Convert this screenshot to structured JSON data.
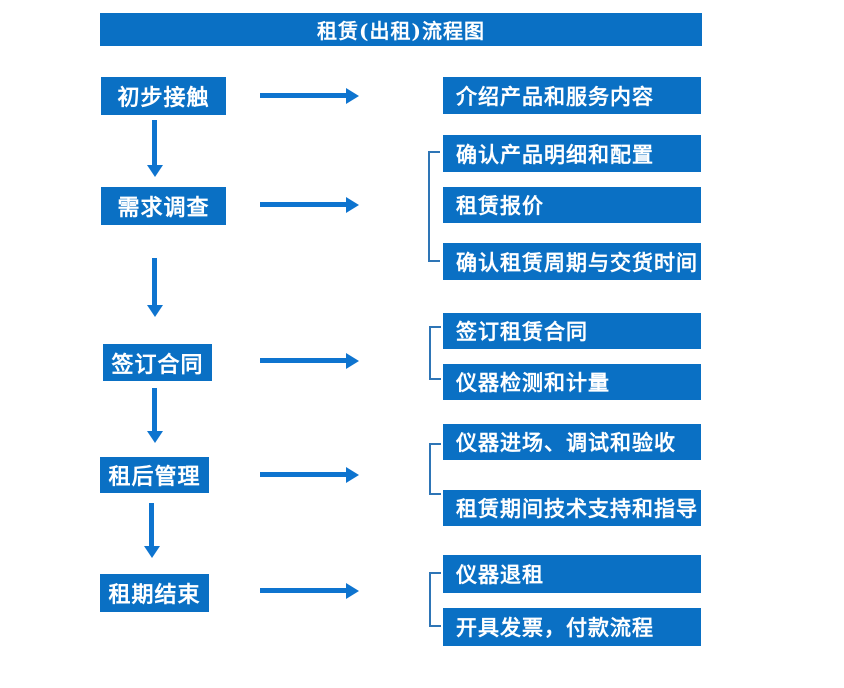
{
  "title": "租赁(出租)流程图",
  "colors": {
    "box_blue": "#0a70c4",
    "arrow_blue": "#0e74cf",
    "bracket_blue": "#2e75b6",
    "text_white": "#ffffff"
  },
  "steps": [
    {
      "label": "初步接触",
      "outputs": [
        "介绍产品和服务内容"
      ]
    },
    {
      "label": "需求调查",
      "outputs": [
        "确认产品明细和配置",
        "租赁报价",
        "确认租赁周期与交货时间"
      ]
    },
    {
      "label": "签订合同",
      "outputs": [
        "签订租赁合同",
        "仪器检测和计量"
      ]
    },
    {
      "label": "租后管理",
      "outputs": [
        "仪器进场、调试和验收",
        "租赁期间技术支持和指导"
      ]
    },
    {
      "label": "租期结束",
      "outputs": [
        "仪器退租",
        "开具发票，付款流程"
      ]
    }
  ]
}
